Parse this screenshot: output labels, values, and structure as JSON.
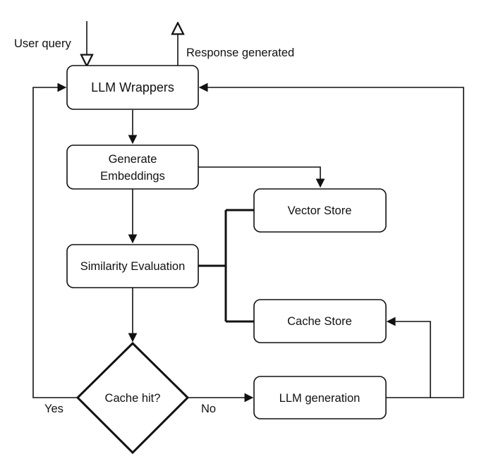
{
  "io": {
    "user_query": "User query",
    "response_generated": "Response generated"
  },
  "nodes": {
    "llm_wrappers": "LLM Wrappers",
    "generate_embeddings_line1": "Generate",
    "generate_embeddings_line2": "Embeddings",
    "vector_store": "Vector Store",
    "similarity_evaluation": "Similarity Evaluation",
    "cache_store": "Cache Store",
    "cache_hit": "Cache hit?",
    "llm_generation": "LLM generation"
  },
  "edge_labels": {
    "yes": "Yes",
    "no": "No"
  },
  "colors": {
    "stroke": "#111111",
    "fill": "#ffffff"
  }
}
